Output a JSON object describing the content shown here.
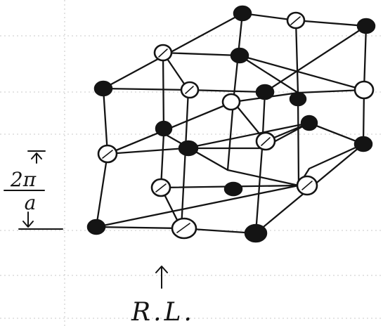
{
  "lattice": {
    "caption": "R.L.",
    "spacing_label": {
      "numerator": "2π",
      "denominator": "a"
    },
    "open_circle_color": "#ffffff",
    "filled_circle_color": "#141414",
    "ink_color": "#141414"
  }
}
